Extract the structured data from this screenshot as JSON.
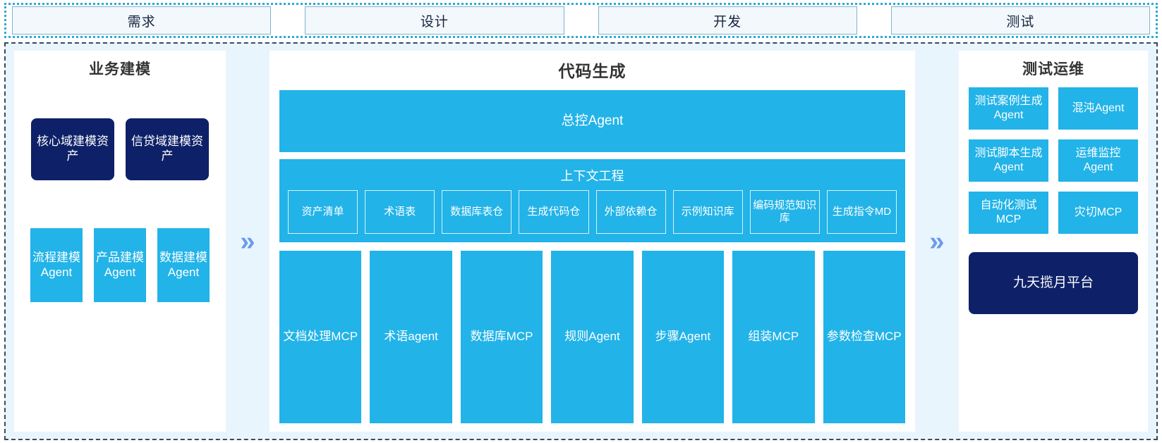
{
  "phases": {
    "items": [
      {
        "label": "需求"
      },
      {
        "label": "设计"
      },
      {
        "label": "开发"
      },
      {
        "label": "测试"
      }
    ]
  },
  "arrows": {
    "glyph": "»"
  },
  "left_panel": {
    "title": "业务建模",
    "assets": [
      {
        "label": "核心域建模资产"
      },
      {
        "label": "信贷域建模资产"
      }
    ],
    "agents": [
      {
        "label": "流程建模Agent"
      },
      {
        "label": "产品建模Agent"
      },
      {
        "label": "数据建模Agent"
      }
    ]
  },
  "center_panel": {
    "title": "代码生成",
    "controller": {
      "label": "总控Agent"
    },
    "context": {
      "title": "上下文工程",
      "chips": [
        {
          "label": "资产清单"
        },
        {
          "label": "术语表"
        },
        {
          "label": "数据库表仓"
        },
        {
          "label": "生成代码仓"
        },
        {
          "label": "外部依赖仓"
        },
        {
          "label": "示例知识库"
        },
        {
          "label": "编码规范知识库"
        },
        {
          "label": "生成指令MD"
        }
      ]
    },
    "tools": [
      {
        "label": "文档处理MCP"
      },
      {
        "label": "术语agent"
      },
      {
        "label": "数据库MCP"
      },
      {
        "label": "规则Agent"
      },
      {
        "label": "步骤Agent"
      },
      {
        "label": "组装MCP"
      },
      {
        "label": "参数检查MCP"
      }
    ]
  },
  "right_panel": {
    "title": "测试运维",
    "agents": [
      {
        "label": "测试案例生成Agent"
      },
      {
        "label": "混沌Agent"
      },
      {
        "label": "测试脚本生成Agent"
      },
      {
        "label": "运维监控Agent"
      },
      {
        "label": "自动化测试MCP"
      },
      {
        "label": "灾切MCP"
      }
    ],
    "platform": {
      "label": "九天揽月平台"
    }
  },
  "colors": {
    "cyan": "#22b3e8",
    "navy": "#0e2168",
    "area_background": "#e9f5fd",
    "arrow": "#6c9bec",
    "phase_fill": "#f2f8fb"
  }
}
